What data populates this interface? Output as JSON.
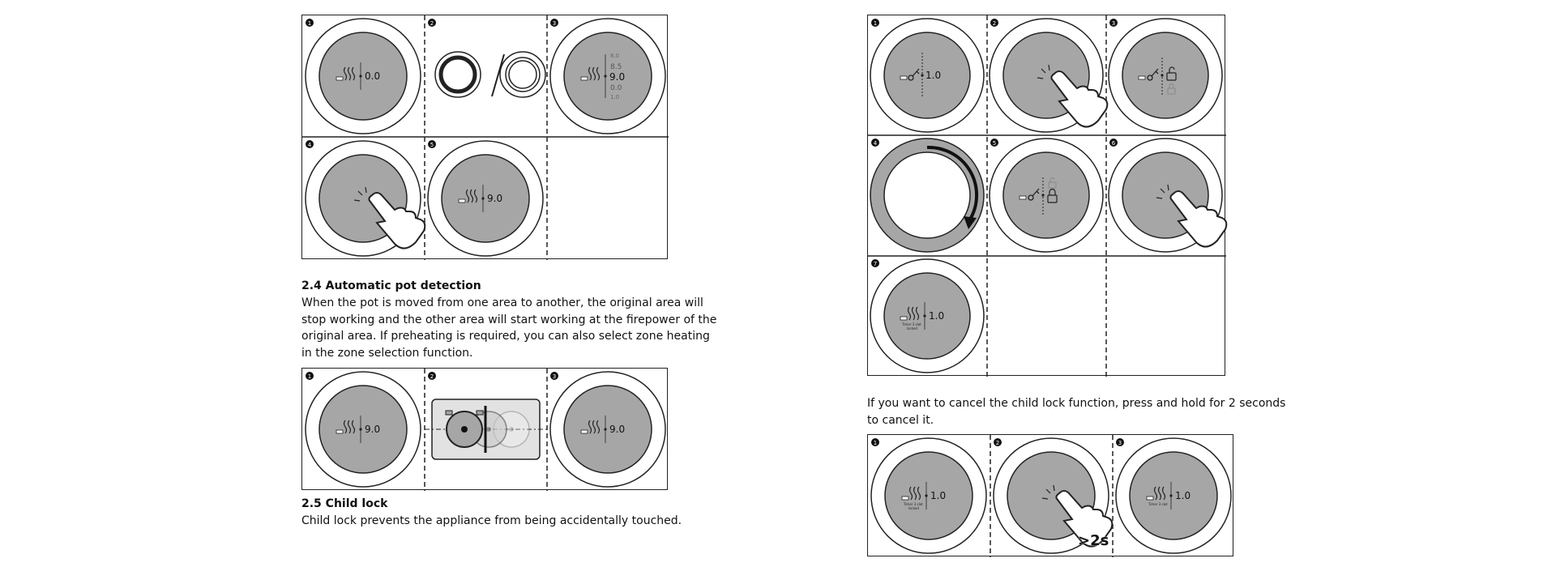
{
  "section_2_4": {
    "heading": "2.4  Automatic pot detection",
    "body": "When the pot is moved from one area to another, the original area will stop working and the other area will start working at the firepower of the original area. If preheating is required, you can also select zone heating in the zone selection function."
  },
  "section_2_5": {
    "heading": "2.5  Child lock",
    "body": "Child lock prevents the appliance from being accidentally touched."
  },
  "cancel_instruction": "If you want to cancel the child lock function, press and hold for 2 seconds to cancel it.",
  "step_labels": [
    "1",
    "2",
    "3",
    "4",
    "5",
    "6",
    "7"
  ],
  "displays": {
    "zero": "0.0",
    "nine": "9.0",
    "one": "1.0",
    "scale": [
      "8.0",
      "8.5",
      "9.0",
      "0.0",
      "1.0"
    ],
    "lock_text": [
      "Timer 3 slot",
      "locked"
    ]
  },
  "hold_badge": ">2s",
  "colors": {
    "zone_fill": "#a6a6a6",
    "line": "#222222",
    "pot_tray": "#e2e2e2"
  }
}
